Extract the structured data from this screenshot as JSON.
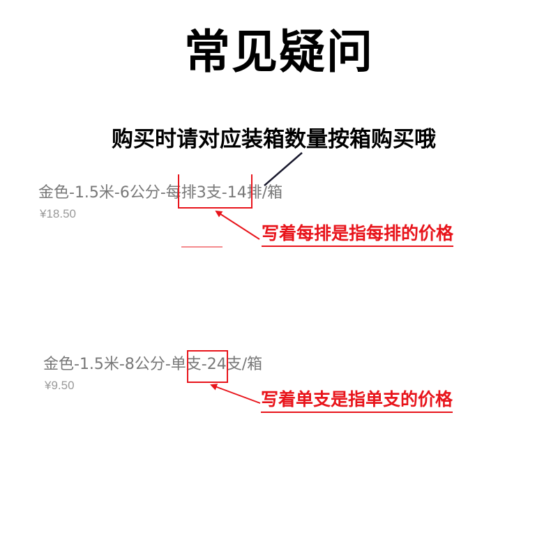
{
  "title": "常见疑问",
  "subtitle": "购买时请对应装箱数量按箱购买哦",
  "examples": [
    {
      "variant_text": "金色-1.5米-6公分-每排3支-14排/箱",
      "price": "¥18.50",
      "note": "写着每排是指每排的价格"
    },
    {
      "variant_text": "金色-1.5米-8公分-单支-24支/箱",
      "price": "¥9.50",
      "note": "写着单支是指单支的价格"
    }
  ],
  "colors": {
    "annotation": "#e8141b",
    "variant_text": "#777777",
    "price_text": "#999999",
    "title_text": "#000000"
  }
}
